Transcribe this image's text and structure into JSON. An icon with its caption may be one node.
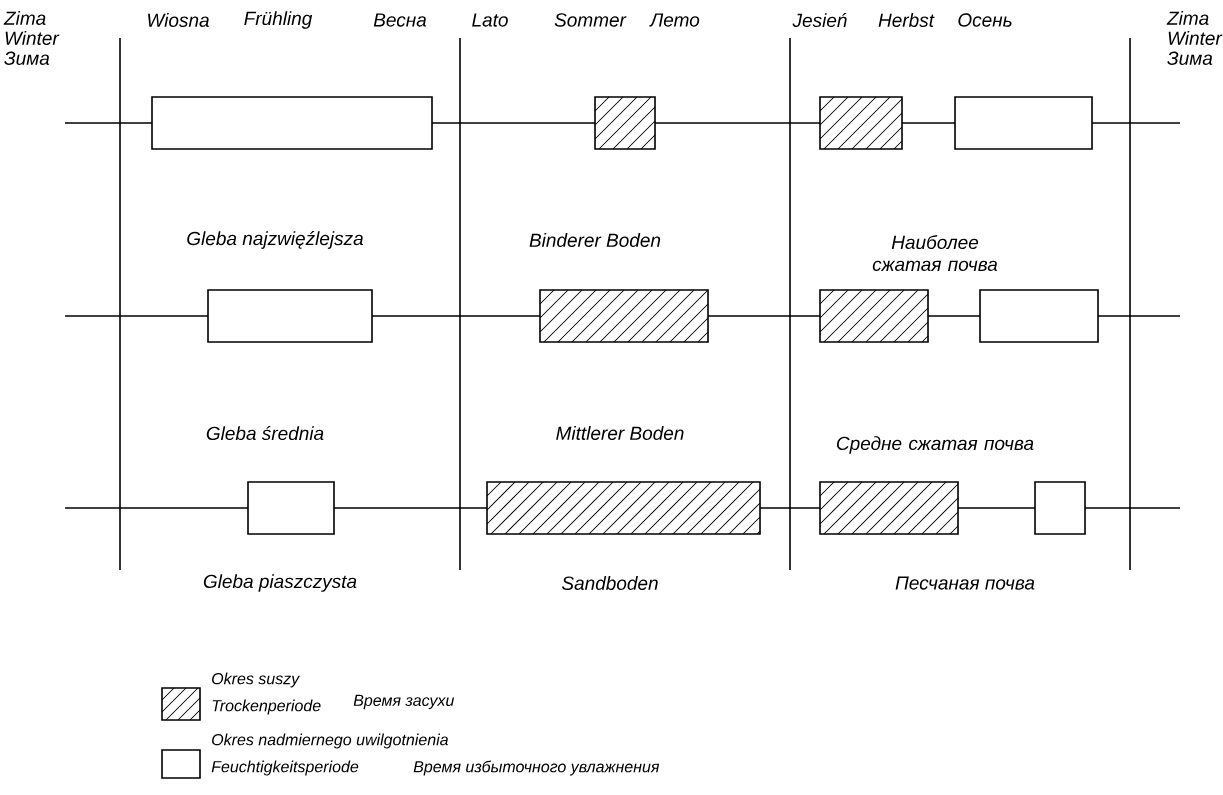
{
  "diagram": {
    "labels": [
      "Zima Winter Зима",
      "Wiosna",
      "Frühling",
      "Весна",
      "Lato",
      "Sommer",
      "Лето",
      "Jesień",
      "Herbst",
      "Осень",
      "Zima Winter Зима",
      "Gleba najzwięźlejsza",
      "Binderer Boden",
      "Наиболее сжатая почва",
      "Gleba średnia",
      "Mittlerer Boden",
      "Средне сжатая почва",
      "Gleba piaszczysta",
      "Sandboden",
      "Песчаная почва",
      "Trockenperiode",
      "Время засухи",
      "Feuchtigkeitsperiode",
      "Время избыточного увлажнения"
    ],
    "legend": [
      {
        "text": "Okres suszy"
      },
      {
        "text": "Okres nadmiernego uwilgotnienia"
      }
    ]
  }
}
